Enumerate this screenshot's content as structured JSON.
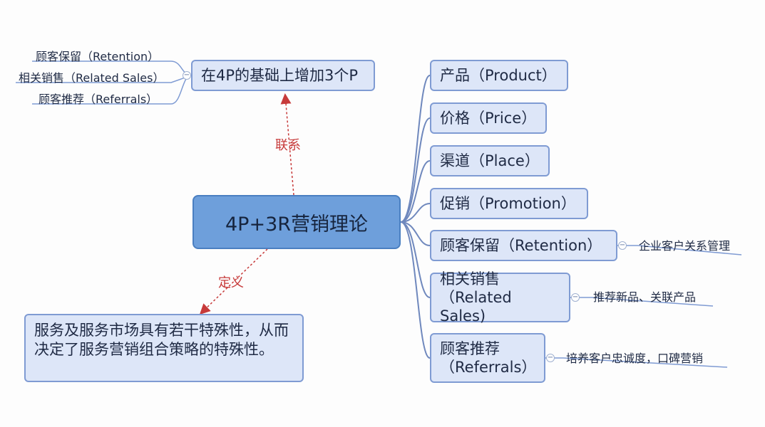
{
  "central": {
    "label": "4P+3R营销理论"
  },
  "top_node": {
    "label": "在4P的基础上增加3个P",
    "children": [
      "顾客保留（Retention）",
      "相关销售（Related Sales）",
      "顾客推荐（Referrals）"
    ]
  },
  "definition": {
    "text": "服务及服务市场具有若干特殊性，从而决定了服务营销组合策略的特殊性。"
  },
  "relations": {
    "top_label": "联系",
    "definition_label": "定义"
  },
  "branches": [
    {
      "label": "产品（Product）"
    },
    {
      "label": "价格（Price）"
    },
    {
      "label": "渠道（Place）"
    },
    {
      "label": "促销（Promotion）"
    },
    {
      "label": "顾客保留（Retention）",
      "note": "企业客户关系管理"
    },
    {
      "label_line1": "相关销售",
      "label_line2": "（Related Sales)",
      "note": "推荐新品、关联产品"
    },
    {
      "label_line1": "顾客推荐",
      "label_line2": "（Referrals）",
      "note": "培养客户忠诚度，口碑营销"
    }
  ],
  "colors": {
    "node_fill": "#dde6f8",
    "node_border": "#7f9bd3",
    "central_fill": "#6e9fdb",
    "relation_red": "#c73a3a",
    "wire_blue": "#6f88bd"
  }
}
